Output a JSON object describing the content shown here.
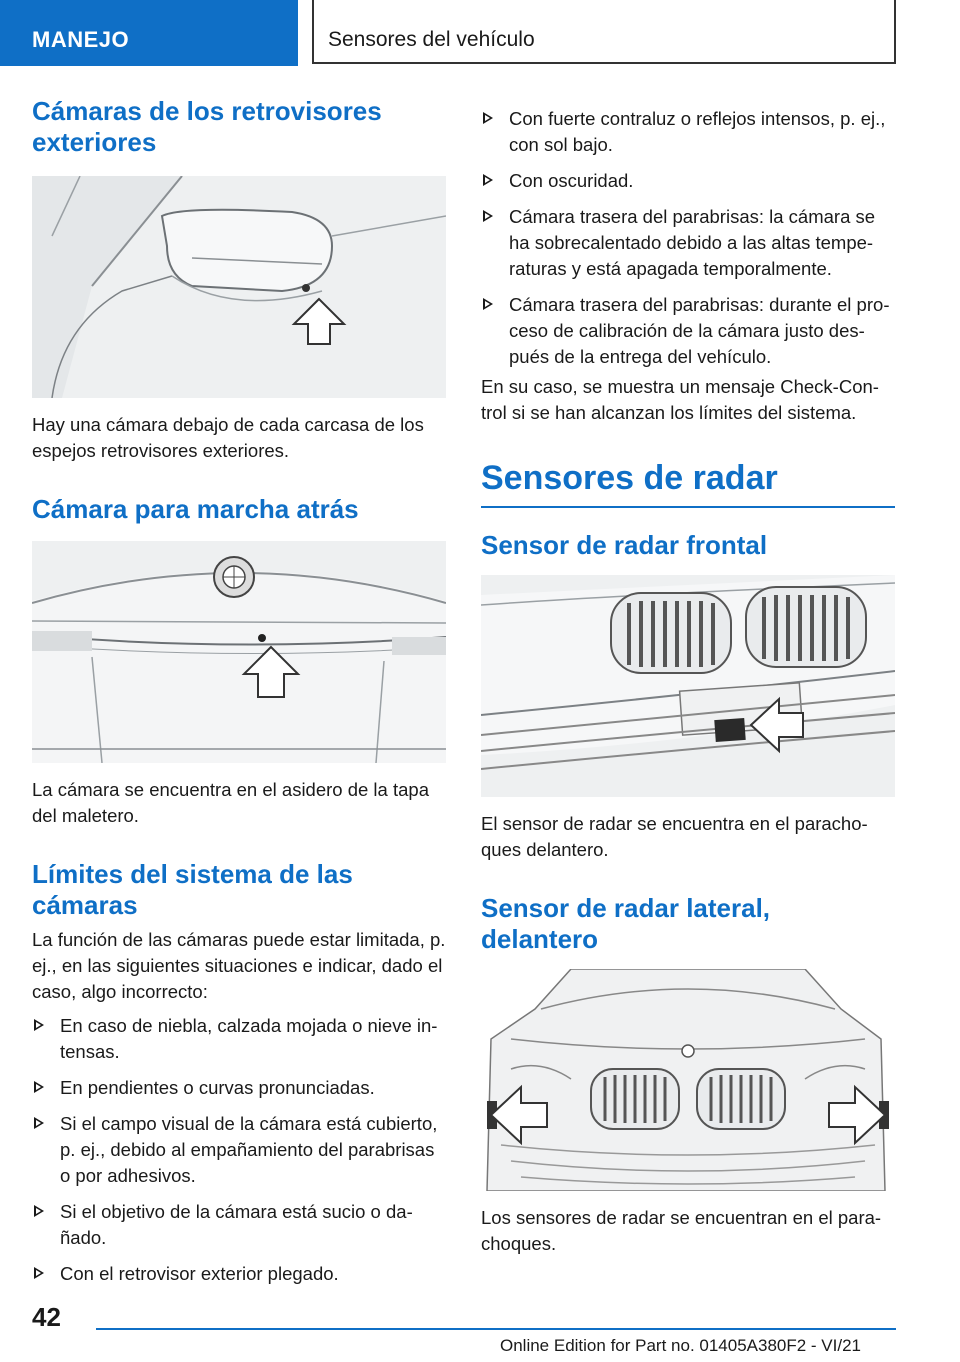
{
  "header": {
    "section": "MANEJO",
    "chapter": "Sensores del vehículo"
  },
  "left": {
    "h_mirror": "Cámaras de los retrovisores exteriores",
    "p_mirror": "Hay una cámara debajo de cada carcasa de los espejos retrovisores exteriores.",
    "h_rear": "Cámara para marcha atrás",
    "p_rear": "La cámara se encuentra en el asidero de la tapa del maletero.",
    "h_limits": "Límites del sistema de las cámaras",
    "p_limits": "La función de las cámaras puede estar limitada, p. ej., en las siguientes situaciones e indicar, dado el caso, algo incorrecto:",
    "bullets": [
      "En caso de niebla, calzada mojada o nieve in­tensas.",
      "En pendientes o curvas pronunciadas.",
      "Si el campo visual de la cámara está cubierto, p. ej., debido al empañamiento del parabrisas o por adhesivos.",
      "Si el objetivo de la cámara está sucio o da­ñado.",
      "Con el retrovisor exterior plegado."
    ]
  },
  "right": {
    "bullets": [
      "Con fuerte contraluz o reflejos intensos, p. ej., con sol bajo.",
      "Con oscuridad.",
      "Cámara trasera del parabrisas: la cámara se ha sobrecalentado debido a las altas tempe­raturas y está apagada temporalmente.",
      "Cámara trasera del parabrisas: durante el pro­ceso de calibración de la cámara justo des­pués de la entrega del vehículo."
    ],
    "p_check": "En su caso, se muestra un mensaje Check-Con­trol si se han alcanzan los límites del sistema.",
    "h_radar": "Sensores de radar",
    "h_front": "Sensor de radar frontal",
    "p_front": "El sensor de radar se encuentra en el paracho­ques delantero.",
    "h_lateral": "Sensor de radar lateral, delantero",
    "p_lateral": "Los sensores de radar se encuentran en el para­choques."
  },
  "footer": {
    "page": "42",
    "edition": "Online Edition for Part no. 01405A380F2 - VI/21"
  }
}
